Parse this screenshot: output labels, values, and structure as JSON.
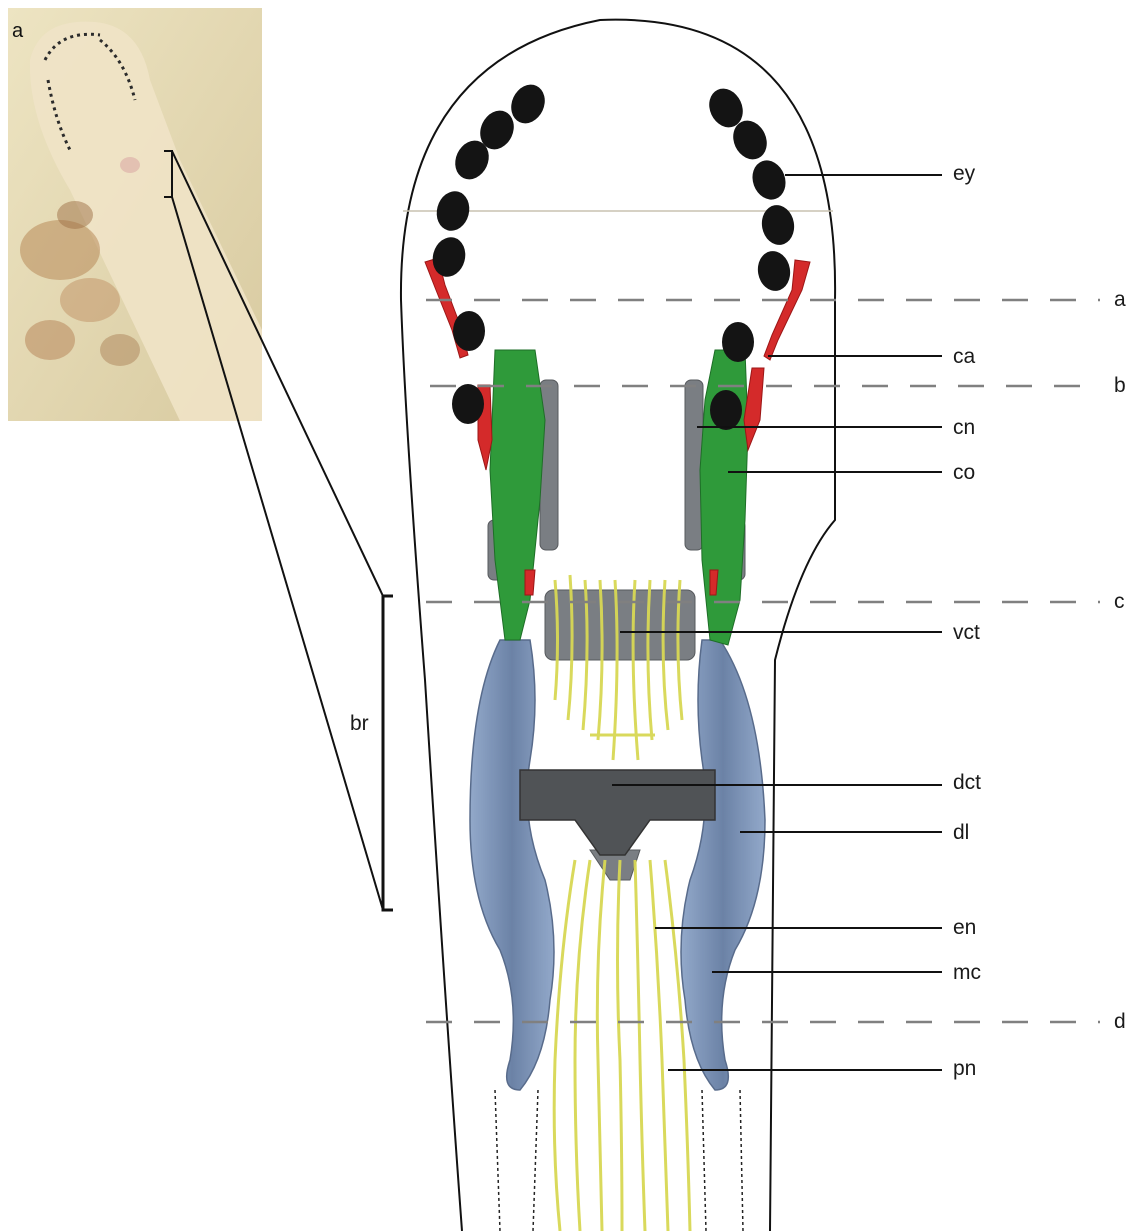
{
  "panel": {
    "letter": "a"
  },
  "structure_labels": {
    "ey": "ey",
    "ca": "ca",
    "cn": "cn",
    "co": "co",
    "vct": "vct",
    "dct": "dct",
    "dl": "dl",
    "en": "en",
    "mc": "mc",
    "pn": "pn",
    "br": "br"
  },
  "section_labels": {
    "a": "a",
    "b": "b",
    "c": "c",
    "d": "d"
  },
  "colors": {
    "outline": "#1a1a1a",
    "eyes": "#141414",
    "cartilage_red": "#d42a2a",
    "green": "#2f9a3a",
    "gray": "#707478",
    "dark_gray": "#4e5154",
    "blue": "#6d86ad",
    "yellow": "#e2e25c",
    "photo_bg": "#e4d9b2",
    "section_line": "#8a8a8a"
  }
}
